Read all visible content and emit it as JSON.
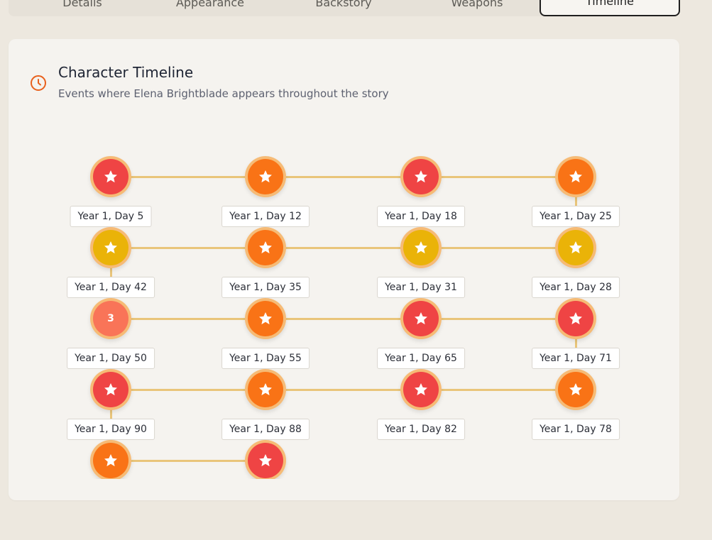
{
  "tabs": [
    {
      "label": "Details",
      "active": false
    },
    {
      "label": "Appearance",
      "active": false
    },
    {
      "label": "Backstory",
      "active": false
    },
    {
      "label": "Weapons",
      "active": false
    },
    {
      "label": "Timeline",
      "active": true
    }
  ],
  "timeline": {
    "title": "Character Timeline",
    "subtitle": "Events where Elena Brightblade appears throughout the story",
    "header_icon": "clock-icon",
    "colors": {
      "red": "#ef4444",
      "orange": "#f97316",
      "gold": "#eab308",
      "coral": "#f97458",
      "ring": "#f6bb76",
      "connector": "#e9c57a",
      "accent": "#e8601c"
    },
    "events": [
      {
        "label": "Year 1, Day 5",
        "color": "red",
        "icon": "star-icon"
      },
      {
        "label": "Year 1, Day 12",
        "color": "orange",
        "icon": "star-icon"
      },
      {
        "label": "Year 1, Day 18",
        "color": "red",
        "icon": "star-icon"
      },
      {
        "label": "Year 1, Day 25",
        "color": "orange",
        "icon": "star-icon"
      },
      {
        "label": "Year 1, Day 28",
        "color": "gold",
        "icon": "star-icon"
      },
      {
        "label": "Year 1, Day 31",
        "color": "gold",
        "icon": "star-icon"
      },
      {
        "label": "Year 1, Day 35",
        "color": "orange",
        "icon": "star-icon"
      },
      {
        "label": "Year 1, Day 42",
        "color": "gold",
        "icon": "star-icon"
      },
      {
        "label": "Year 1, Day 50",
        "color": "coral",
        "count": "3"
      },
      {
        "label": "Year 1, Day 55",
        "color": "orange",
        "icon": "star-icon"
      },
      {
        "label": "Year 1, Day 65",
        "color": "red",
        "icon": "star-icon"
      },
      {
        "label": "Year 1, Day 71",
        "color": "red",
        "icon": "star-icon"
      },
      {
        "label": "Year 1, Day 78",
        "color": "orange",
        "icon": "star-icon"
      },
      {
        "label": "Year 1, Day 82",
        "color": "red",
        "icon": "star-icon"
      },
      {
        "label": "Year 1, Day 88",
        "color": "orange",
        "icon": "star-icon"
      },
      {
        "label": "Year 1, Day 90",
        "color": "red",
        "icon": "star-icon"
      },
      {
        "label": "",
        "color": "orange",
        "icon": "star-icon"
      },
      {
        "label": "",
        "color": "red",
        "icon": "star-icon"
      }
    ]
  }
}
